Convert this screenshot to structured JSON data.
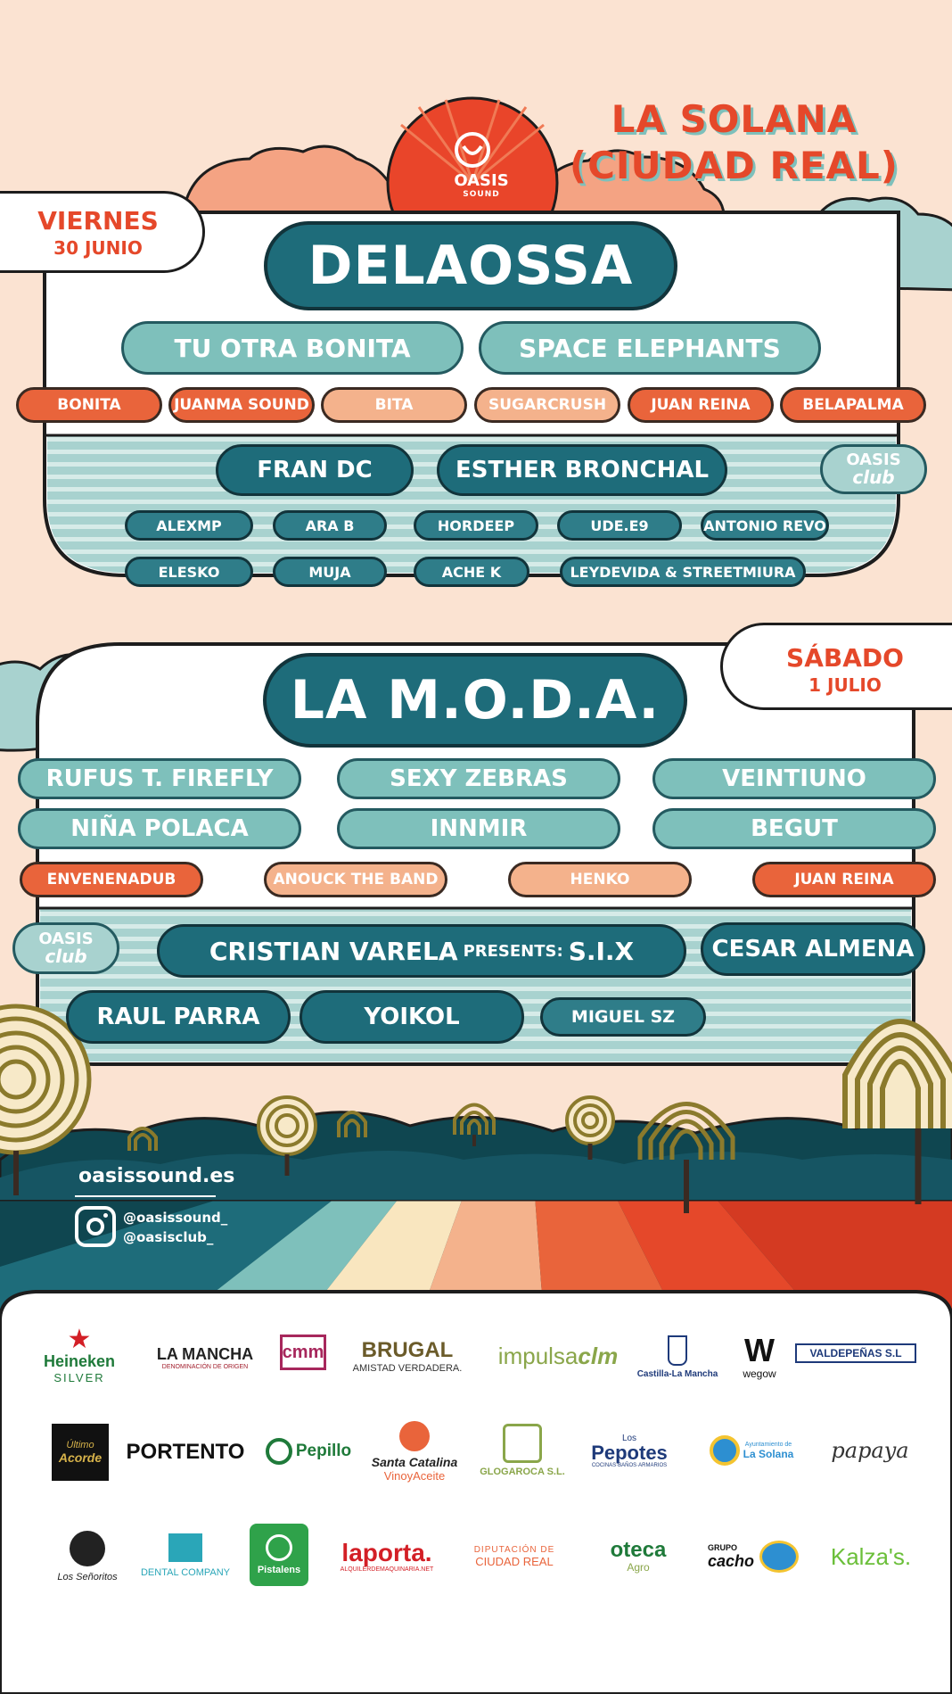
{
  "location": {
    "line1": "LA SOLANA",
    "line2": "(CIUDAD REAL)"
  },
  "brand": {
    "name": "OASIS",
    "sub": "SOUND",
    "club_name": "OASIS",
    "club_sub": "club"
  },
  "colors": {
    "background": "#fbe3d2",
    "teal_dark": "#1e6c7a",
    "teal_light": "#7ec0bb",
    "orange": "#e9643b",
    "peach": "#f4b28c",
    "red": "#e5482a"
  },
  "friday": {
    "day": "VIERNES",
    "date": "30 JUNIO",
    "headliner": "DELAOSSA",
    "second_tier": [
      "TU OTRA BONITA",
      "SPACE ELEPHANTS"
    ],
    "third_tier": [
      "BONITA",
      "JUANMA SOUND",
      "BITA",
      "SUGARCRUSH",
      "JUAN REINA",
      "BELAPALMA"
    ],
    "club_main": [
      "FRAN DC",
      "ESTHER BRONCHAL"
    ],
    "club_row1": [
      "ALEXMP",
      "ARA B",
      "HORDEEP",
      "UDE.E9",
      "ANTONIO REVO"
    ],
    "club_row2": [
      "ELESKO",
      "MUJA",
      "ACHE K",
      "LEYDEVIDA & STREETMIURA"
    ]
  },
  "saturday": {
    "day": "SÁBADO",
    "date": "1 JULIO",
    "headliner": "LA M.O.D.A.",
    "second_tier_row1": [
      "RUFUS T. FIREFLY",
      "SEXY ZEBRAS",
      "VEINTIUNO"
    ],
    "second_tier_row2": [
      "NIÑA POLACA",
      "INNMIR",
      "BEGUT"
    ],
    "third_tier": [
      "ENVENENADUB",
      "ANOUCK THE BAND",
      "HENKO",
      "JUAN REINA"
    ],
    "club_feature": {
      "artist": "CRISTIAN VARELA",
      "presents": "PRESENTS:",
      "show": "S.I.X"
    },
    "club_main": [
      "CESAR ALMENA"
    ],
    "club_row": [
      "RAUL PARRA",
      "YOIKOL",
      "MIGUEL SZ"
    ]
  },
  "social": {
    "website": "oasissound.es",
    "instagram": [
      "@oasissound_",
      "@oasisclub_"
    ]
  },
  "sponsors": {
    "heineken": {
      "name": "Heineken",
      "sub": "SILVER"
    },
    "lamancha": {
      "name": "LA MANCHA",
      "sub": "DENOMINACIÓN DE ORIGEN"
    },
    "cmm": "cmm",
    "brugal": {
      "name": "BRUGAL",
      "sub": "AMISTAD VERDADERA."
    },
    "impulsa": {
      "name": "impulsa",
      "suffix": "clm"
    },
    "castilla": "Castilla-La Mancha",
    "wegow": {
      "mark": "W",
      "name": "wegow"
    },
    "valdepenas": "VALDEPEÑAS S.L",
    "ultimo": {
      "line1": "Último",
      "line2": "Acorde"
    },
    "portento": "PORTENTO",
    "pepillo": "Pepillo",
    "santacatalina": {
      "name": "Santa Catalina",
      "sub": "VinoyAceite"
    },
    "glogaroca": "GLOGAROCA S.L.",
    "pepotes": {
      "small": "Los",
      "name": "Pepotes",
      "sub": "COCINAS·BAÑOS·ARMARIOS"
    },
    "solana": {
      "small": "Ayuntamiento de",
      "name": "La Solana"
    },
    "papaya": "papaya",
    "senorita": "Los Señoritos",
    "dental": "DENTAL COMPANY",
    "pistalens": "Pistalens",
    "laporta": {
      "name": "laporta.",
      "sub": "ALQUILERDEMAQUINARIA.NET"
    },
    "diputacion": {
      "line1": "DIPUTACIÓN DE",
      "line2": "CIUDAD REAL"
    },
    "oteca": {
      "name": "oteca",
      "sub": "Agro"
    },
    "cacho": {
      "small": "GRUPO",
      "name": "cacho"
    },
    "kalzas": "Kalza's."
  }
}
